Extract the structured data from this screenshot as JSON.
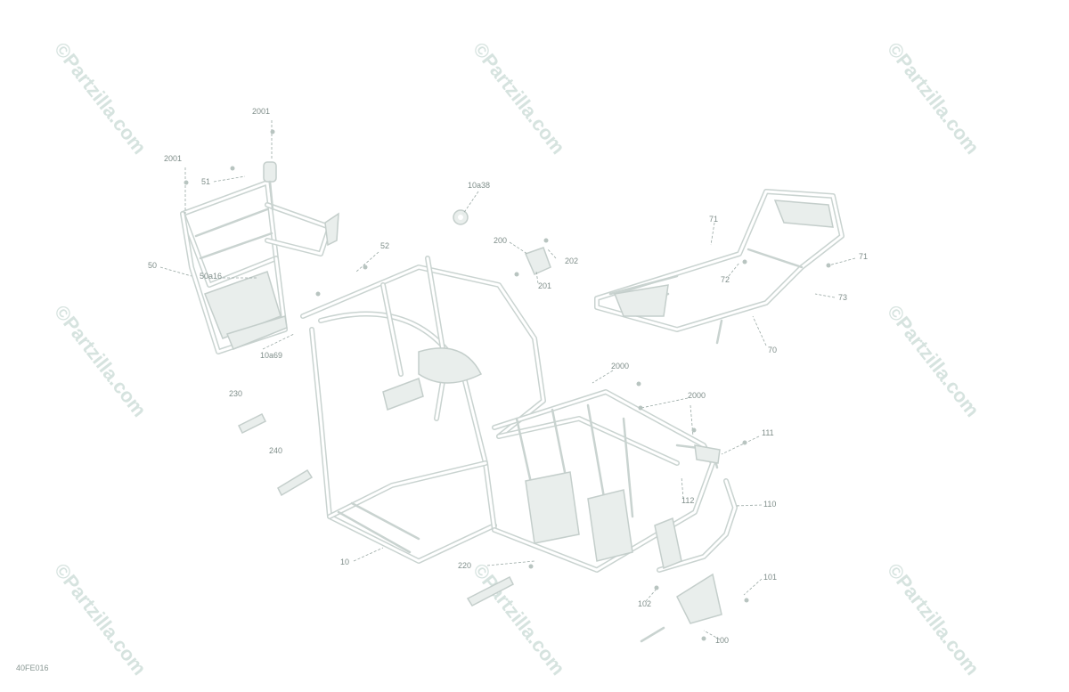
{
  "watermark": "©Partzilla.com",
  "drawing_code": "40FE016",
  "part_labels": {
    "p2001_top": "2001",
    "p2001_left": "2001",
    "p51": "51",
    "p50": "50",
    "p50a16": "50a16",
    "p10a69": "10a69",
    "p52": "52",
    "p10a38": "10a38",
    "p200": "200",
    "p202": "202",
    "p201": "201",
    "p71_top": "71",
    "p71_right": "71",
    "p72": "72",
    "p73": "73",
    "p70": "70",
    "p2000_a": "2000",
    "p2000_b": "2000",
    "p111": "111",
    "p112": "112",
    "p110": "110",
    "p230": "230",
    "p240": "240",
    "p10": "10",
    "p220": "220",
    "p101": "101",
    "p102": "102",
    "p100": "100"
  },
  "colors": {
    "line": "#c9d3d0",
    "label": "#7f8e8a",
    "watermark": "#d6e3df"
  }
}
